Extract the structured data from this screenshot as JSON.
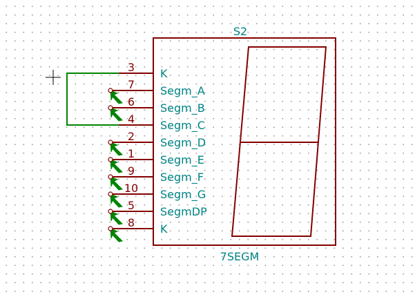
{
  "component": {
    "reference": "S2",
    "value": "7SEGM",
    "pins": [
      {
        "number": "3",
        "name": "K",
        "connected": true
      },
      {
        "number": "7",
        "name": "Segm_A",
        "connected": false
      },
      {
        "number": "6",
        "name": "Segm_B",
        "connected": false
      },
      {
        "number": "4",
        "name": "Segm_C",
        "connected": true
      },
      {
        "number": "2",
        "name": "Segm_D",
        "connected": false
      },
      {
        "number": "1",
        "name": "Segm_E",
        "connected": false
      },
      {
        "number": "9",
        "name": "Segm_F",
        "connected": false
      },
      {
        "number": "10",
        "name": "Segm_G",
        "connected": false
      },
      {
        "number": "5",
        "name": "SegmDP",
        "connected": false
      },
      {
        "number": "8",
        "name": "K",
        "connected": false
      }
    ]
  },
  "colors": {
    "body_outline": "#840000",
    "text": "#008484",
    "wire": "#008400",
    "grid_dot": "#9c9c9c"
  }
}
